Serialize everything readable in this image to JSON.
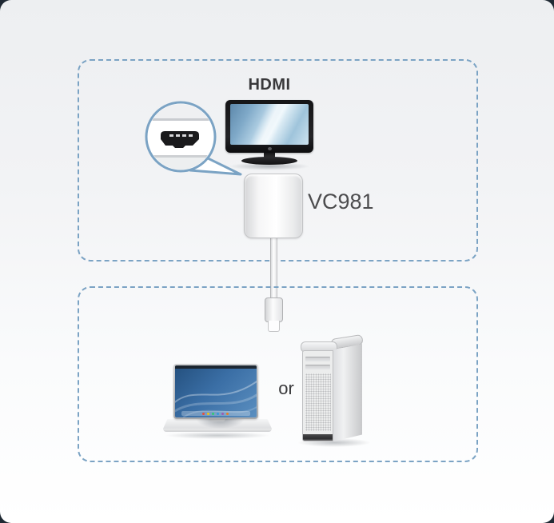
{
  "diagram": {
    "top_section": {
      "port_label": "HDMI",
      "adapter_model": "VC981"
    },
    "bottom_section": {
      "or_label": "or"
    }
  },
  "colors": {
    "outer_frame": "#1f2933",
    "panel_top": "#edeff1",
    "panel_bottom": "#ffffff",
    "dashed_border": "#7ba3c4",
    "callout_stroke": "#7ba3c4",
    "hdmi_label_text": "#38383a",
    "model_label_text": "#4c4c4e",
    "or_label_text": "#39393b",
    "monitor_screen_blue": "#7fa9c8",
    "laptop_wallpaper_blue": "#3a6ea5"
  },
  "icons": {
    "monitor": "hdmi-display-illustration (css shape)",
    "hdmi_port_callout": "magnifier-bubble-with-hdmi-port (inline svg)",
    "adapter": "vc981-adapter-body (css shape)",
    "usb_c_cable": "usb-c-cable-and-plug (css shape)",
    "laptop": "notebook-computer-illustration (css shape)",
    "desktop_tower": "workstation-tower-illustration (css shape)"
  }
}
